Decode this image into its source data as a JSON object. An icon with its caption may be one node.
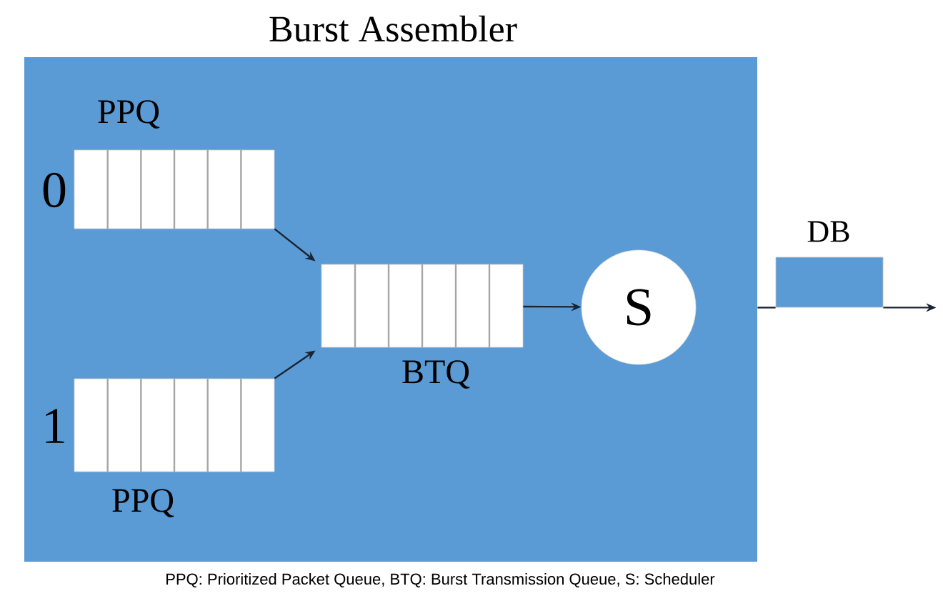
{
  "diagram": {
    "caption": "PPQ: Prioritized Packet Queue, BTQ: Burst Transmission Queue, S: Scheduler",
    "nodes": [
      {
        "text": [
          "Burst Assembler"
        ]
      },
      {
        "text": [
          "PPQ"
        ],
        "beside": [
          "0"
        ],
        "in": 0
      },
      {
        "text": [
          "PPQ"
        ],
        "beside": [
          "1"
        ],
        "in": 0
      },
      {
        "text": [
          "BTQ"
        ],
        "in": 0
      },
      {
        "text": [
          "S"
        ],
        "in": 0
      },
      {
        "text": [
          "DB"
        ]
      }
    ],
    "edges": [
      {
        "from": 1,
        "to": 3,
        "arrow": "to"
      },
      {
        "from": 2,
        "to": 3,
        "arrow": "to"
      },
      {
        "from": 3,
        "to": 4,
        "arrow": "to"
      },
      {
        "from": 0,
        "to": 5,
        "arrow": "none"
      },
      {
        "from": 5,
        "to": null,
        "arrow": "to"
      }
    ]
  }
}
